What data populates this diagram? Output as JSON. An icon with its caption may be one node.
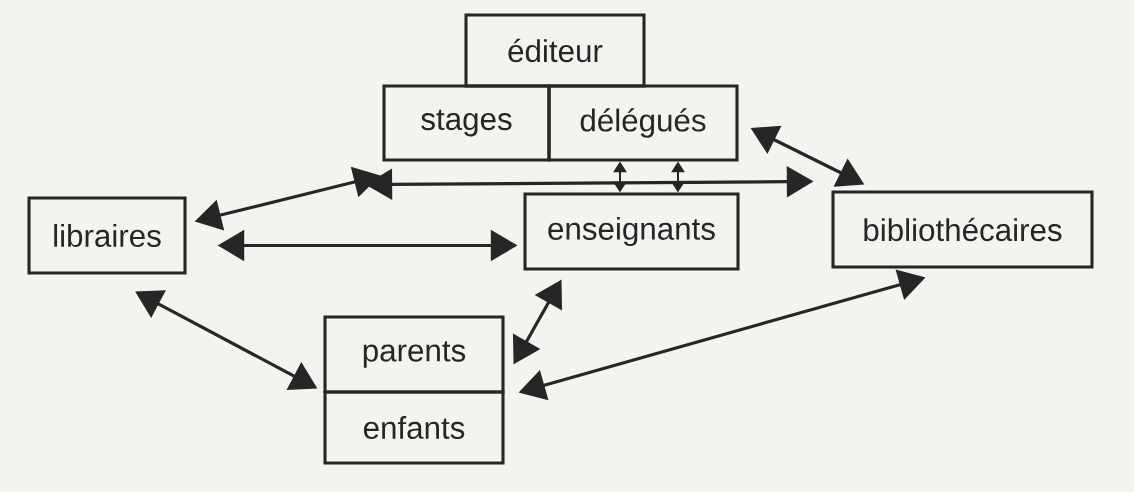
{
  "diagram": {
    "nodes": [
      {
        "text": [
          "éditeur"
        ]
      },
      {
        "text": [
          "stages"
        ]
      },
      {
        "text": [
          "délégués"
        ]
      },
      {
        "text": [
          "libraires"
        ]
      },
      {
        "text": [
          "enseignants"
        ]
      },
      {
        "text": [
          "bibliothécaires"
        ]
      },
      {
        "text": [
          "parents"
        ]
      },
      {
        "text": [
          "enfants"
        ]
      }
    ],
    "edges": [
      {
        "from": 3,
        "to": 1,
        "arrow": "both"
      },
      {
        "from": 1,
        "to": 5,
        "arrow": "both"
      },
      {
        "from": 2,
        "to": 4,
        "arrow": "both"
      },
      {
        "from": 2,
        "to": 4,
        "arrow": "both"
      },
      {
        "from": 2,
        "to": 5,
        "arrow": "both"
      },
      {
        "from": 3,
        "to": 4,
        "arrow": "both"
      },
      {
        "from": 3,
        "to": 6,
        "arrow": "both"
      },
      {
        "from": 4,
        "to": 6,
        "arrow": "both"
      },
      {
        "from": 5,
        "to": 7,
        "arrow": "both"
      }
    ]
  }
}
